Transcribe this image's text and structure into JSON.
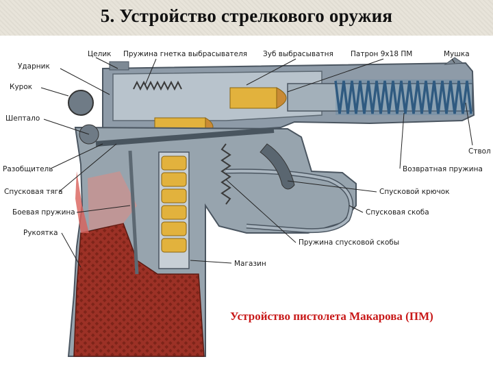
{
  "title": "5. Устройство стрелкового оружия",
  "caption": "Устройство пистолета Макарова (ПМ)",
  "colors": {
    "caption": "#c81818",
    "metal": "#8c9aa6",
    "grip": "#a8362a",
    "spring": "#3f6d92",
    "cartridge": "#d9a531"
  },
  "labels": {
    "tselik": "Целик",
    "pruzhina_vybrasyvatelya": "Пружина гнетка выбрасывателя",
    "zub_vybrasyvatelya": "Зуб выбрасыватня",
    "patron": "Патрон 9х18 ПМ",
    "mushka": "Мушка",
    "udarnik": "Ударник",
    "kurok": "Курок",
    "sheptalo": "Шептало",
    "stvol": "Ствол",
    "razobshchitel": "Разобщитель",
    "vozvratnaya_pruzhina": "Возвратная пружина",
    "spuskovaya_tyaga": "Спусковая тяга",
    "spuskovoy_kryuchok": "Спусковой крючок",
    "boevaya_pruzhina": "Боевая пружина",
    "spuskovaya_skoba": "Спусковая скоба",
    "rukoyatka": "Рукоятка",
    "pruzhina_spuskovoy_skoby": "Пружина спусковой скобы",
    "magazin": "Магазин"
  }
}
